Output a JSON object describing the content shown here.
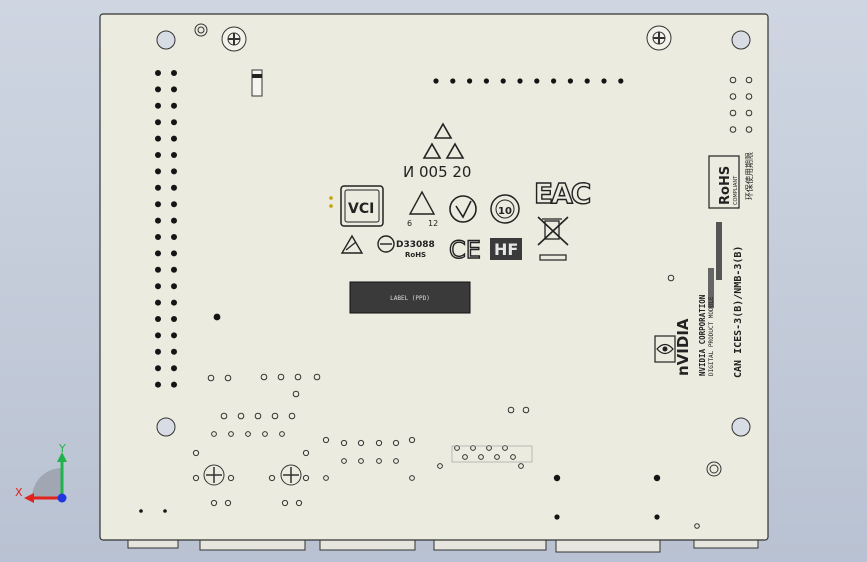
{
  "board": {
    "fill_color": "#ecebdf",
    "edge_color": "#333333",
    "hole_fill": "#d8dce4",
    "pad_color": "#151515"
  },
  "markings": {
    "cert_code": "И 005  20",
    "vci_text": "VCI",
    "eac_text": "EAC",
    "ce_text": "CE",
    "hf_text": "HF",
    "d_code": "D33088",
    "rohs_small": "RoHS",
    "label_text": "LABEL (PPD)",
    "rohs_box_main": "RoHS",
    "rohs_box_sub": "COMPLIANT",
    "chinese_label": "环保使用期限",
    "nvidia_text": "nVIDIA",
    "nvidia_corp": "NVIDIA CORPORATION",
    "nvidia_prod": "DIGITAL PRODUCT MODULE",
    "can_code": "CAN ICES-3(B)/NMB-3(B)",
    "num_small_left": "6",
    "num_small_right": "12",
    "ten_text": "10"
  },
  "triad": {
    "x_label": "X",
    "y_label": "Y",
    "x_color": "#e0231b",
    "y_color": "#22b24c",
    "z_color": "#2136e0"
  }
}
